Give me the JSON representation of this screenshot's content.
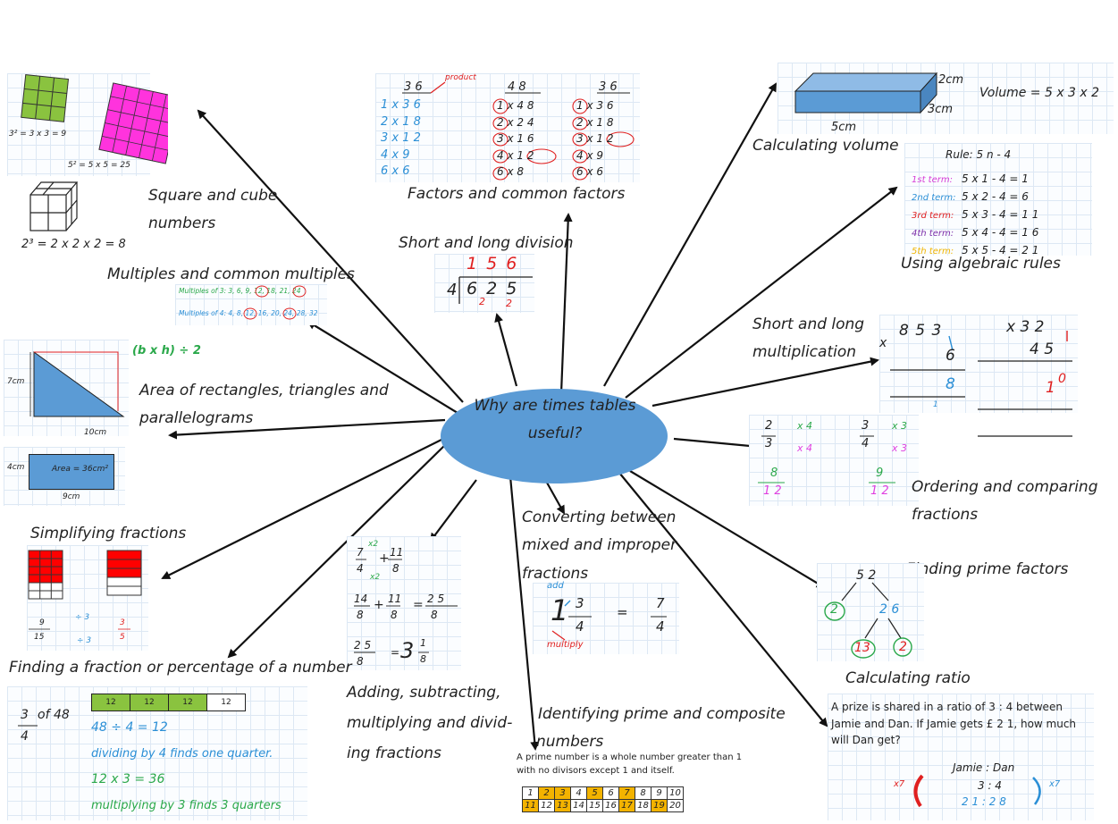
{
  "center": {
    "text": "Why are times tables useful?",
    "line1": "Why are times tables",
    "line2": "useful?"
  },
  "topics": {
    "square_cube": "Square and cube numbers",
    "square_cube_l1": "Square and cube",
    "square_cube_l2": "numbers",
    "factors": "Factors and common factors",
    "short_long_division": "Short and long division",
    "calculating_volume": "Calculating volume",
    "algebraic_rules": "Using algebraic rules",
    "multiples": "Multiples and common multiples",
    "area_l1": "Area of rectangles, triangles and",
    "area_l2": "parallelograms",
    "short_long_multiplication_l1": "Short and long",
    "short_long_multiplication_l2": "multiplication",
    "ordering_l1": "Ordering and comparing",
    "ordering_l2": "fractions",
    "simplifying": "Simplifying fractions",
    "converting_l1": "Converting between",
    "converting_l2": "mixed and improper",
    "converting_l3": "fractions",
    "prime_factors": "Finding prime factors",
    "fraction_percentage": "Finding a fraction or percentage of a number",
    "adding_l1": "Adding, subtracting,",
    "adding_l2": "multiplying and divid-",
    "adding_l3": "ing fractions",
    "prime_composite_l1": "Identifying prime and composite",
    "prime_composite_l2": "numbers",
    "ratio": "Calculating ratio"
  },
  "square_cube": {
    "sq3": "3² = 3 x 3 = 9",
    "sq5": "5² = 5 x 5 = 25",
    "cube2": "2³ = 2 x 2 x 2 = 8"
  },
  "multiples": {
    "m3": "Multiples of 3:  3, 6, 9, 12, 18, 21, 24",
    "m4": "Multiples of 4:  4, 8, 12, 16, 20, 24, 28, 32"
  },
  "area": {
    "formula": "(b x h) ÷ 2",
    "height": "7cm",
    "base": "10cm",
    "rect_height": "4cm",
    "rect_width": "9cm",
    "rect_area": "Area = 36cm²"
  },
  "volume": {
    "h": "2cm",
    "d": "3cm",
    "w": "5cm",
    "formula": "Volume = 5 x 3 x 2"
  },
  "algebra": {
    "rule": "Rule:   5  n   - 4",
    "terms": [
      {
        "label": "1st term:",
        "expr": "5  x  1  -   4  =  1",
        "color": "#d63bd6"
      },
      {
        "label": "2nd term:",
        "expr": "5  x  2  -   4  =  6",
        "color": "#2b8fd6"
      },
      {
        "label": "3rd term:",
        "expr": "5  x  3  -   4  =  1 1",
        "color": "#e02020"
      },
      {
        "label": "4th term:",
        "expr": "5  x  4  -   4  =  1 6",
        "color": "#7b2da8"
      },
      {
        "label": "5th term:",
        "expr": "5  x  5  -   4  =  2 1",
        "color": "#f0b400"
      }
    ]
  },
  "factors": {
    "product": "product",
    "num": "3 6",
    "num2": "4 8",
    "num3": "3 6",
    "list1": [
      "1  x  3 6",
      "2  x  1 8",
      "3  x  1 2",
      "4  x  9",
      "6  x  6"
    ],
    "list2": [
      "1  x  4 8",
      "2  x  2 4",
      "3  x  1 6",
      "4  x  1 2",
      "6  x 8"
    ],
    "list3": [
      "1  x  3 6",
      "2  x  1 8",
      "3  x  1 2",
      "4  x  9",
      "6  x  6"
    ]
  },
  "division": {
    "quotient": "1 5 6",
    "divisor": "4",
    "dividend": "6 2 5",
    "carry1": "2",
    "carry2": "2"
  },
  "multiplication": {
    "top": "8 5 3",
    "times": "x",
    "mult": "6",
    "ans": "8",
    "carry": "1",
    "top2": "x  3 2",
    "mult2": "4 5",
    "ans2": "1",
    "ans2b": "0"
  },
  "ordering": {
    "f1n": "2",
    "f1d": "3",
    "f1op": "x 4",
    "f1opd": "x 4",
    "f2n": "3",
    "f2d": "4",
    "f2op": "x 3",
    "f2opd": "x 3",
    "r1n": "8",
    "r1d": "1 2",
    "r2n": "9",
    "r2d": "1 2"
  },
  "simplify": {
    "n": "9",
    "d": "15",
    "op": "÷ 3",
    "opd": "÷ 3",
    "rn": "3",
    "rd": "5"
  },
  "adding": {
    "a_n": "7",
    "a_d": "4",
    "a_x": "x2",
    "a_xd": "x2",
    "b_n": "11",
    "b_d": "8",
    "c_n": "14",
    "c_d": "8",
    "d_n": "11",
    "d_d": "8",
    "e_n": "2 5",
    "e_d": "8",
    "f_n": "2 5",
    "f_d": "8",
    "g_whole": "3",
    "g_n": "1",
    "g_d": "8",
    "plus": "+",
    "eq": "="
  },
  "converting": {
    "add": "add",
    "whole": "1",
    "n": "3",
    "d": "4",
    "eq": "=",
    "rn": "7",
    "rd": "4",
    "multiply": "multiply"
  },
  "prime_factors": {
    "top": "5 2",
    "a": "2",
    "b": "2 6",
    "c": "13",
    "d": "2"
  },
  "fraction_of": {
    "n": "3",
    "d": "4",
    "of": "of 48",
    "bar": [
      "12",
      "12",
      "12",
      "12"
    ],
    "step1": "48 ÷ 4 = 12",
    "step2": "dividing by 4 finds one quarter.",
    "step3": "12 x 3 = 36",
    "step4": "multiplying by 3 finds 3 quarters"
  },
  "prime_composite": {
    "definition": "A prime number is a whole number greater than 1 with no divisors except 1 and itself.",
    "row1": [
      "1",
      "2",
      "3",
      "4",
      "5",
      "6",
      "7",
      "8",
      "9",
      "10"
    ],
    "row2": [
      "11",
      "12",
      "13",
      "14",
      "15",
      "16",
      "17",
      "18",
      "19",
      "20"
    ],
    "primes": [
      2,
      3,
      5,
      7,
      11,
      13,
      17,
      19
    ]
  },
  "ratio": {
    "problem": "A prize is shared in a ratio of   3 : 4 between Jamie and Dan. If Jamie gets  £ 2 1, how much will Dan get?",
    "names": "Jamie : Dan",
    "ratio": "3 : 4",
    "answer": "2 1 : 2 8",
    "x7a": "x7",
    "x7b": "x7"
  },
  "colors": {
    "ellipse": "#5b9bd5",
    "arrow": "#111111",
    "fill_blue": "#5b9bd5",
    "fill_magenta": "#ff33dd",
    "fill_green": "#8ac33f",
    "fill_red": "#ff0000"
  }
}
